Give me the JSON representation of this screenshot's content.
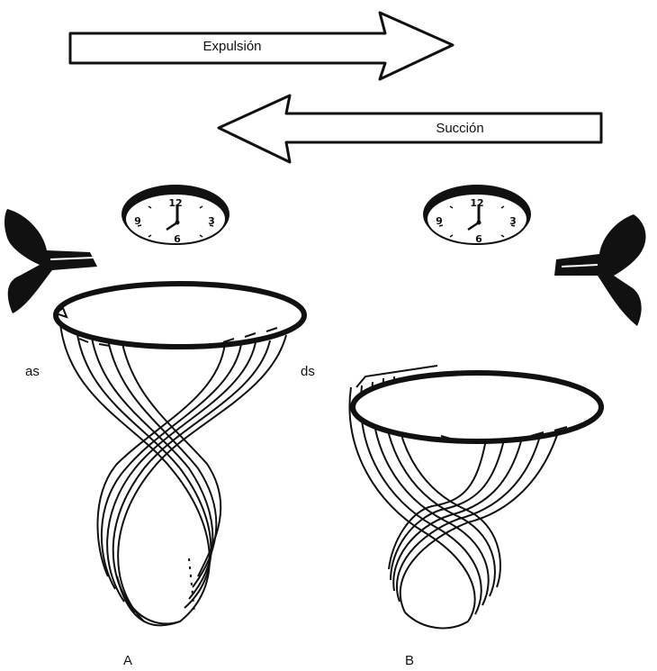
{
  "arrows": {
    "expulsion": "Expulsión",
    "succion": "Succión"
  },
  "labels": {
    "as": "as",
    "ds": "ds",
    "panel_a": "A",
    "panel_b": "B"
  },
  "clock": {
    "n12": "12",
    "n3": "3",
    "n6": "6",
    "n9": "9"
  },
  "colors": {
    "ink": "#111111",
    "paper": "#ffffff"
  }
}
